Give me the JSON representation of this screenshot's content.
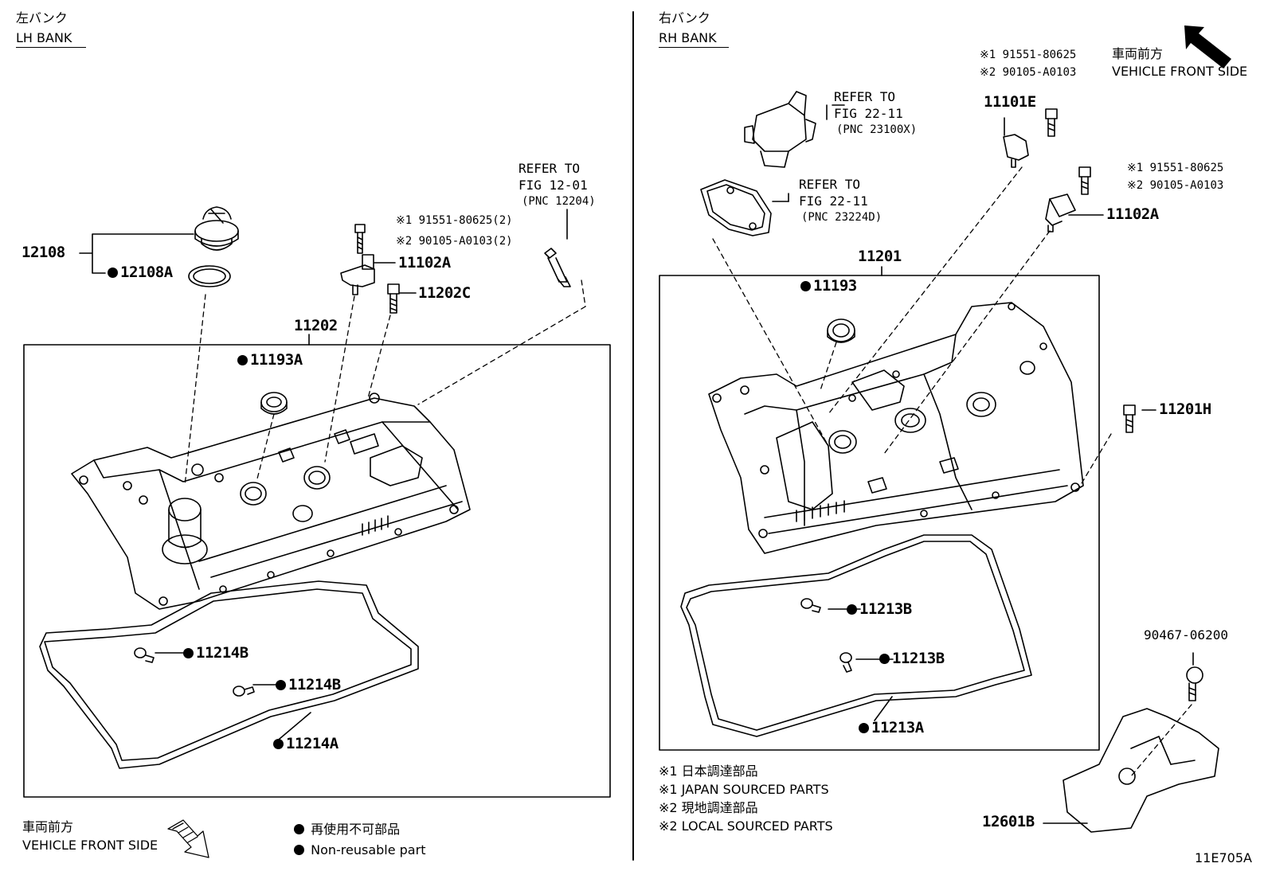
{
  "lh": {
    "title_jp": "左バンク",
    "title_en": "LH BANK",
    "labels": {
      "p12108": "12108",
      "p12108A": "12108A",
      "p11202": "11202",
      "p11193A": "11193A",
      "p11102A": "11102A",
      "p11202C": "11202C",
      "p11214B_1": "11214B",
      "p11214B_2": "11214B",
      "p11214A": "11214A"
    },
    "bolt_note_1": "※1 91551-80625(2)",
    "bolt_note_2": "※2 90105-A0103(2)",
    "refer": [
      "REFER TO",
      "FIG 12-01",
      "(PNC 12204)"
    ]
  },
  "rh": {
    "title_jp": "右バンク",
    "title_en": "RH BANK",
    "labels": {
      "p11201": "11201",
      "p11193": "11193",
      "p11101E": "11101E",
      "p11102A": "11102A",
      "p11201H": "11201H",
      "p11213B_1": "11213B",
      "p11213B_2": "11213B",
      "p11213A": "11213A",
      "p90467": "90467-06200",
      "p12601B": "12601B"
    },
    "bolt_top_1": "※1 91551-80625",
    "bolt_top_2": "※2 90105-A0103",
    "bolt_mid_1": "※1 91551-80625",
    "bolt_mid_2": "※2 90105-A0103",
    "refer_a": [
      "REFER TO",
      "FIG 22-11",
      "(PNC 23100X)"
    ],
    "refer_b": [
      "REFER TO",
      "FIG 22-11",
      "(PNC 23224D)"
    ]
  },
  "front_top": {
    "jp": "車両前方",
    "en": "VEHICLE FRONT SIDE"
  },
  "front_bottom": {
    "jp": "車両前方",
    "en": "VEHICLE FRONT SIDE"
  },
  "legend": {
    "jp": "再使用不可部品",
    "en": "Non-reusable part"
  },
  "notes": [
    "※1 日本調達部品",
    "※1 JAPAN SOURCED PARTS",
    "※2 現地調達部品",
    "※2 LOCAL SOURCED PARTS"
  ],
  "figure_id": "11E705A"
}
